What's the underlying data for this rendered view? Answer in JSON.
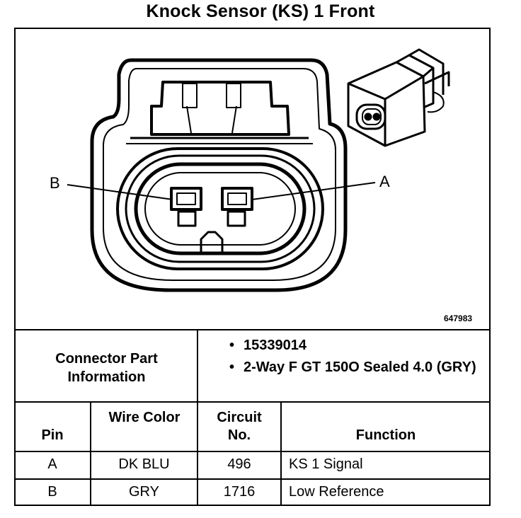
{
  "title": "Knock Sensor (KS) 1 Front",
  "figure_id": "647983",
  "pins_diagram": {
    "pin_a": "A",
    "pin_b": "B"
  },
  "connector_info": {
    "label": "Connector Part Information",
    "items": [
      "15339014",
      "2-Way F GT 150O Sealed 4.0 (GRY)"
    ]
  },
  "table": {
    "headers": {
      "pin": "Pin",
      "wire_color": "Wire Color",
      "circuit": "Circuit No.",
      "function": "Function"
    },
    "rows": [
      {
        "pin": "A",
        "wire_color": "DK BLU",
        "circuit": "496",
        "function": "KS 1 Signal"
      },
      {
        "pin": "B",
        "wire_color": "GRY",
        "circuit": "1716",
        "function": "Low Reference"
      }
    ]
  }
}
